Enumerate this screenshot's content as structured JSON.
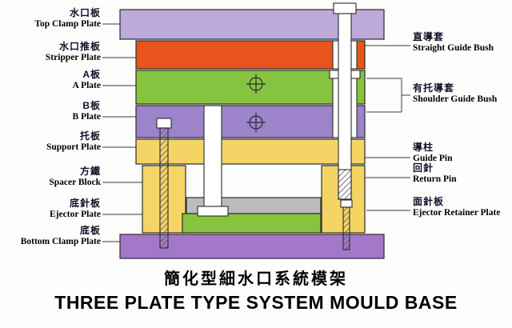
{
  "labels_left": [
    {
      "zh": "水口板",
      "en": "Top Clamp Plate"
    },
    {
      "zh": "水口推板",
      "en": "Stripper Plate"
    },
    {
      "zh": "A板",
      "en": "A Plate"
    },
    {
      "zh": "B板",
      "en": "B Plate"
    },
    {
      "zh": "托板",
      "en": "Support Plate"
    },
    {
      "zh": "方鐵",
      "en": "Spacer Block"
    },
    {
      "zh": "底針板",
      "en": "Ejector Plate"
    },
    {
      "zh": "底板",
      "en": "Bottom Clamp Plate"
    }
  ],
  "labels_right": [
    {
      "zh": "直導套",
      "en": "Straight Guide Bush"
    },
    {
      "zh": "有托導套",
      "en": "Shoulder Guide Bush"
    },
    {
      "zh": "導柱",
      "en": "Guide Pin"
    },
    {
      "zh": "回針",
      "en": "Return Pin"
    },
    {
      "zh": "面針板",
      "en": "Ejector Retainer Plate"
    }
  ],
  "title": {
    "zh": "簡化型細水口系統模架",
    "en": "THREE PLATE TYPE SYSTEM MOULD BASE"
  },
  "colors": {
    "top_clamp": "#bda9da",
    "stripper": "#e9541c",
    "a_plate": "#86c440",
    "b_plate": "#9d83c9",
    "support": "#f5d466",
    "spacer": "#f5d466",
    "retainer": "#bcbcbc",
    "ejector": "#86c440",
    "bottom_clamp": "#a478c8",
    "outline": "#2b2b2b"
  }
}
